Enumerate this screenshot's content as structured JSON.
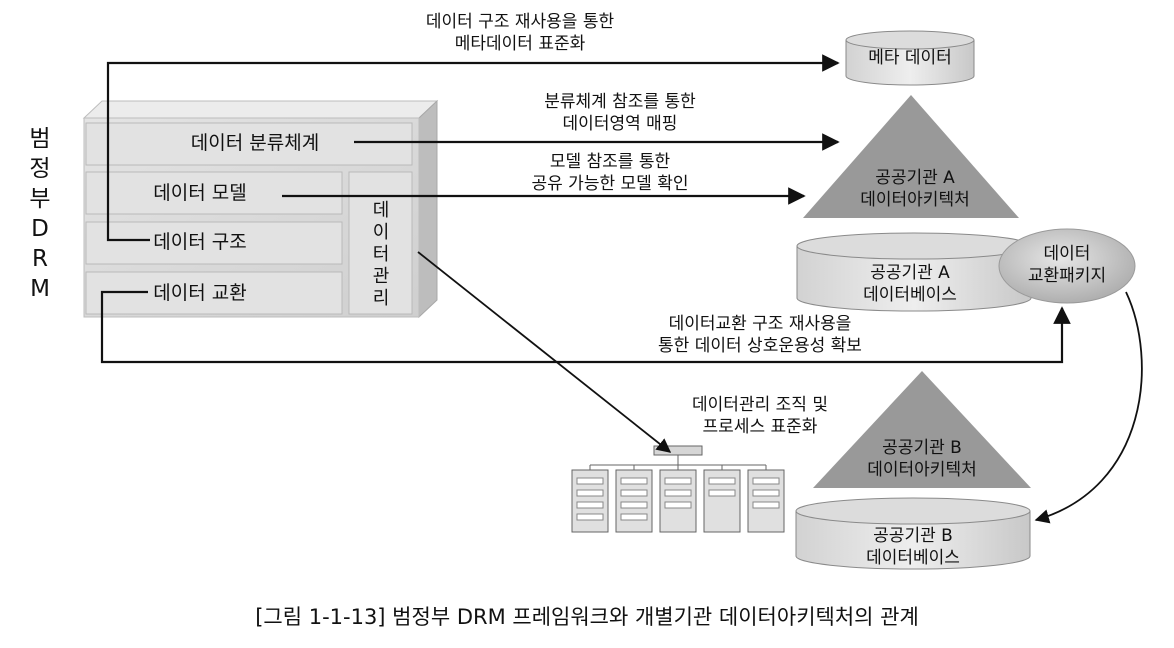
{
  "framework": {
    "vertical_title": [
      "범",
      "정",
      "부",
      "D",
      "R",
      "M"
    ],
    "layers": {
      "classification": "데이터 분류체계",
      "model": "데이터 모델",
      "structure": "데이터 구조",
      "exchange": "데이터 교환"
    },
    "management_vertical": [
      "데",
      "이",
      "터",
      "관",
      "리"
    ]
  },
  "nodes": {
    "metadata": "메타 데이터",
    "arch_a": [
      "공공기관 A",
      "데이터아키텍처"
    ],
    "db_a": [
      "공공기관 A",
      "데이터베이스"
    ],
    "exchange_pkg": [
      "데이터",
      "교환패키지"
    ],
    "arch_b": [
      "공공기관 B",
      "데이터아키텍처"
    ],
    "db_b": [
      "공공기관 B",
      "데이터베이스"
    ]
  },
  "edge_labels": {
    "metadata": [
      "데이터 구조 재사용을 통한",
      "메타데이터 표준화"
    ],
    "classification": [
      "분류체계 참조를 통한",
      "데이터영역 매핑"
    ],
    "model": [
      "모델 참조를 통한",
      "공유 가능한 모델 확인"
    ],
    "exchange": [
      "데이터교환 구조 재사용을",
      "통한 데이터 상호운용성 확보"
    ],
    "management": [
      "데이터관리 조직 및",
      "프로세스 표준화"
    ]
  },
  "caption": "[그림 1-1-13] 범정부 DRM 프레임워크와 개별기관 데이터아키텍처의 관계"
}
